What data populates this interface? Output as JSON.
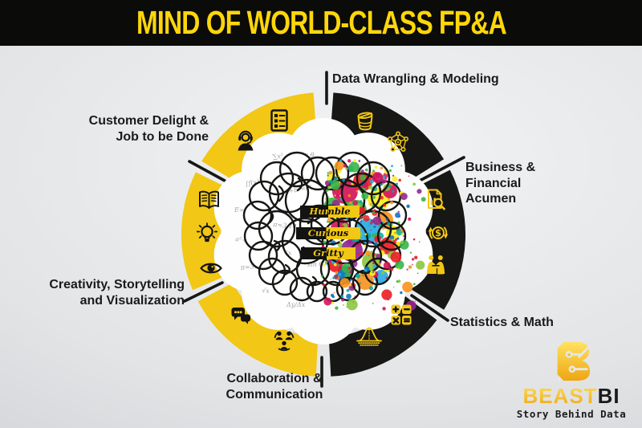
{
  "title": "MIND OF WORLD-CLASS FP&A",
  "colors": {
    "banner_bg": "#0B0B09",
    "title_text": "#FFD60A",
    "ring_yellow": "#F2C715",
    "ring_black": "#171715",
    "label_ink": "#1A1A1A",
    "icon_on_yellow": "#141412",
    "icon_on_black": "#F2C715",
    "bg_light": "#F2F3F4",
    "bg_mid": "#E3E4E6",
    "bg_dark": "#CFD0D3",
    "logo_ink": "#1B1B1B"
  },
  "segments": {
    "customer": {
      "lines": [
        "Customer Delight &",
        "Job to be Done"
      ],
      "side": "yellow",
      "icons": [
        "survey-checklist-icon",
        "customer-support-icon"
      ]
    },
    "data_wrangling": {
      "lines": [
        "Data Wrangling & Modeling"
      ],
      "side": "black",
      "icons": [
        "data-bucket-icon",
        "network-model-icon"
      ]
    },
    "business": {
      "lines": [
        "Business & Financial",
        "Acumen"
      ],
      "side": "black",
      "icons": [
        "document-analysis-icon",
        "dollar-cycle-icon",
        "handshake-icon"
      ]
    },
    "statistics": {
      "lines": [
        "Statistics & Math"
      ],
      "side": "black",
      "icons": [
        "math-operations-icon",
        "bell-curve-icon"
      ]
    },
    "collaboration": {
      "lines": [
        "Collaboration &",
        "Communication"
      ],
      "side": "yellow",
      "icons": [
        "chat-bubbles-icon",
        "team-icon"
      ]
    },
    "creativity": {
      "lines": [
        "Creativity, Storytelling",
        "and Visualization"
      ],
      "side": "yellow",
      "icons": [
        "open-book-icon",
        "light-bulb-icon",
        "eye-icon"
      ]
    }
  },
  "center": {
    "traits": [
      "Humble",
      "Curious",
      "Gritty"
    ],
    "brain_left_style": "monochrome-sketch-with-math",
    "brain_right_style": "color-paint-splatter"
  },
  "brain": {
    "formulas": [
      "∑x²",
      "∫f(x)dx",
      "E=mc²",
      "a²+b²=c²",
      "π≈3.14",
      "√x",
      "Δy/Δx",
      "sin θ",
      "x²+y²"
    ],
    "splatter_palette": [
      "#29ABE2",
      "#0071BC",
      "#39B54A",
      "#8CC63F",
      "#D4145A",
      "#ED1C24",
      "#F7931E",
      "#FCEE21",
      "#93278F",
      "#00A99D"
    ]
  },
  "logo": {
    "name": "BEAST",
    "suffix": "BI",
    "tagline": "Story Behind Data"
  }
}
